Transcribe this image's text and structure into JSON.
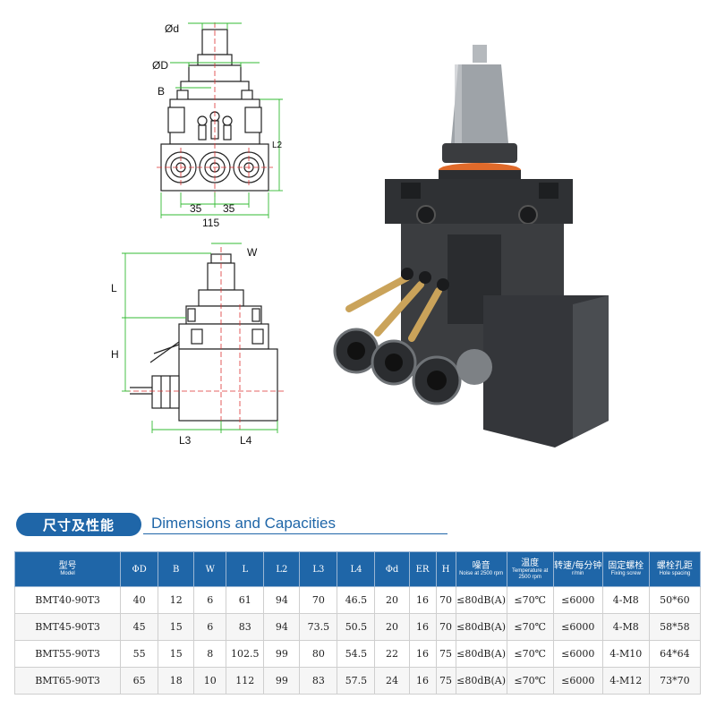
{
  "drawing_labels": {
    "d": "Ød",
    "D": "ØD",
    "B": "B",
    "L2": "L2",
    "spacing1": "35",
    "spacing2": "35",
    "width": "115",
    "W": "W",
    "L": "L",
    "H": "H",
    "L3": "L3",
    "L4": "L4"
  },
  "section": {
    "title_cn": "尺寸及性能",
    "title_en": "Dimensions and Capacities"
  },
  "table": {
    "headers": [
      {
        "main": "型号",
        "sub": "Model"
      },
      {
        "main": "ΦD",
        "sub": ""
      },
      {
        "main": "B",
        "sub": ""
      },
      {
        "main": "W",
        "sub": ""
      },
      {
        "main": "L",
        "sub": ""
      },
      {
        "main": "L2",
        "sub": ""
      },
      {
        "main": "L3",
        "sub": ""
      },
      {
        "main": "L4",
        "sub": ""
      },
      {
        "main": "Φd",
        "sub": ""
      },
      {
        "main": "ER",
        "sub": ""
      },
      {
        "main": "H",
        "sub": ""
      },
      {
        "main": "噪音",
        "sub": "Noise at 2500 rpm"
      },
      {
        "main": "温度",
        "sub": "Temperature at 2500 rpm"
      },
      {
        "main": "转速/每分钟",
        "sub": "r/min"
      },
      {
        "main": "固定螺栓",
        "sub": "Fixing screw"
      },
      {
        "main": "螺栓孔距",
        "sub": "Hole spacing"
      }
    ],
    "rows": [
      [
        "BMT40-90T3",
        "40",
        "12",
        "6",
        "61",
        "94",
        "70",
        "46.5",
        "20",
        "16",
        "70",
        "≤80dB(A)",
        "≤70℃",
        "≤6000",
        "4-M8",
        "50*60"
      ],
      [
        "BMT45-90T3",
        "45",
        "15",
        "6",
        "83",
        "94",
        "73.5",
        "50.5",
        "20",
        "16",
        "70",
        "≤80dB(A)",
        "≤70℃",
        "≤6000",
        "4-M8",
        "58*58"
      ],
      [
        "BMT55-90T3",
        "55",
        "15",
        "8",
        "102.5",
        "99",
        "80",
        "54.5",
        "22",
        "16",
        "75",
        "≤80dB(A)",
        "≤70℃",
        "≤6000",
        "4-M10",
        "64*64"
      ],
      [
        "BMT65-90T3",
        "65",
        "18",
        "10",
        "112",
        "99",
        "83",
        "57.5",
        "24",
        "16",
        "75",
        "≤80dB(A)",
        "≤70℃",
        "≤6000",
        "4-M12",
        "73*70"
      ]
    ]
  }
}
